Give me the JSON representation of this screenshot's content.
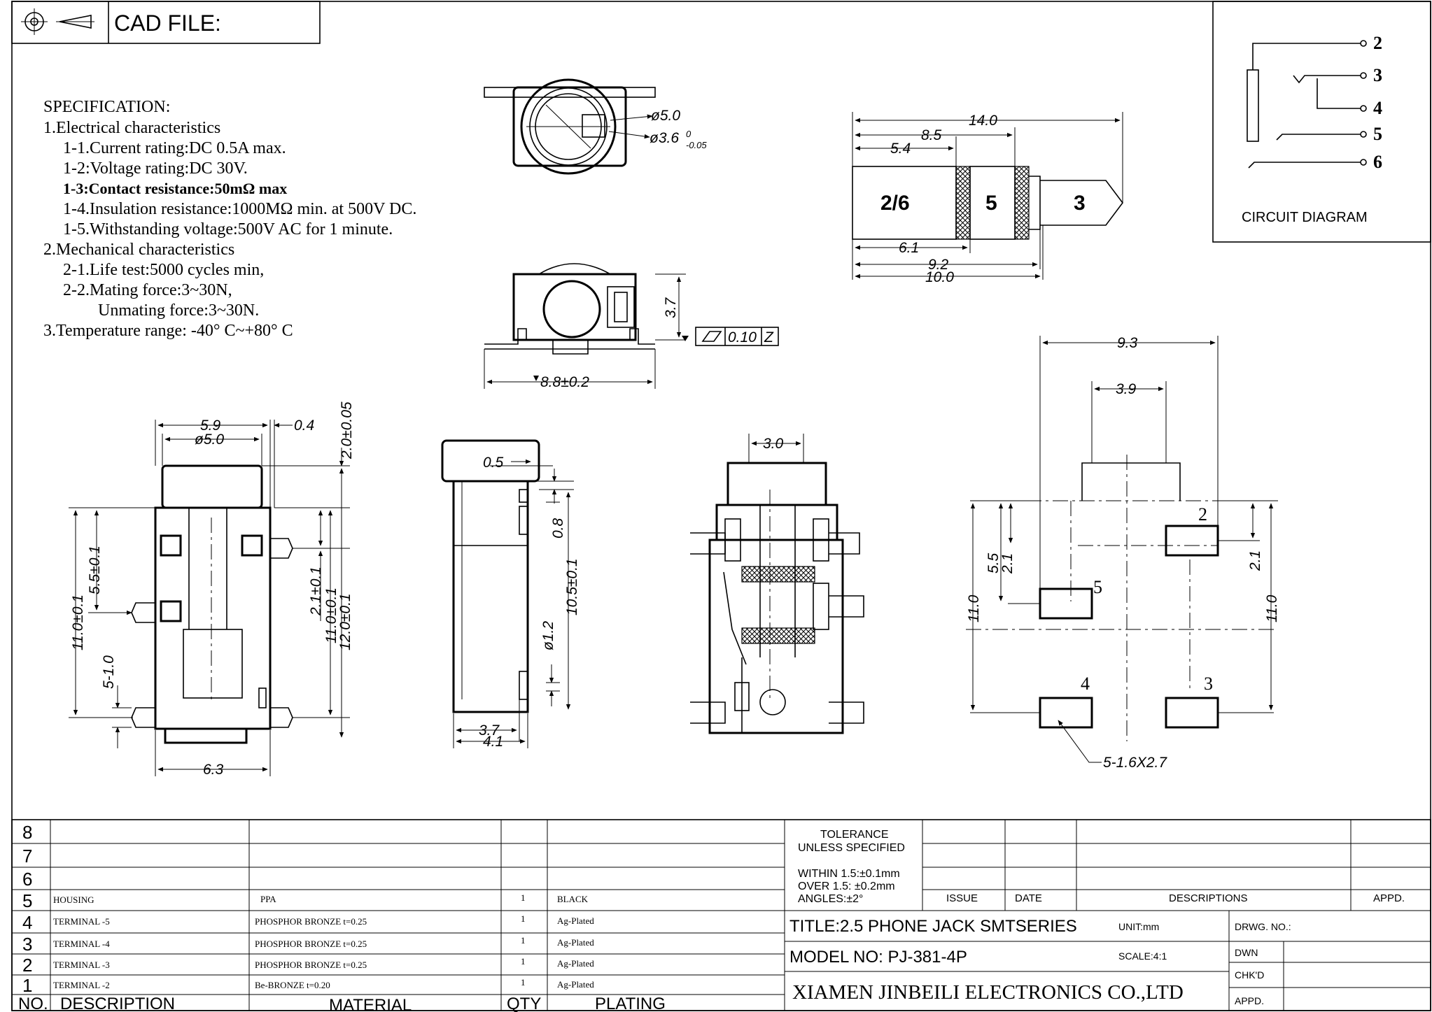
{
  "header": {
    "cad_file_label": "CAD FILE:",
    "projection_symbol": "first-angle-projection-icon"
  },
  "specification": {
    "title": "SPECIFICATION:",
    "lines": [
      "1.Electrical characteristics",
      "1-1.Current rating:DC 0.5A max.",
      "1-2:Voltage rating:DC 30V.",
      "1-3:Contact resistance:50mΩ max",
      "1-4.Insulation resistance:1000MΩ min. at 500V DC.",
      "1-5.Withstanding voltage:500V AC for 1 minute.",
      "2.Mechanical characteristics",
      "2-1.Life test:5000 cycles min,",
      "2-2.Mating force:3~30N,",
      "Unmating force:3~30N.",
      "3.Temperature range: -40° C~+80° C"
    ]
  },
  "plug_view": {
    "dims": {
      "d140": "14.0",
      "d85": "8.5",
      "d54": "5.4",
      "d61": "6.1",
      "d92": "9.2",
      "d100": "10.0"
    },
    "segments": [
      "2/6",
      "5",
      "3"
    ]
  },
  "top_view": {
    "d_outer": "ø5.0",
    "d_inner": "ø3.6",
    "d_inner_tol_upper": "0",
    "d_inner_tol_lower": "-0.05"
  },
  "front_view": {
    "height": "3.7",
    "width": "8.8±0.2",
    "flatness_value": "0.10",
    "flatness_datum": "Z"
  },
  "circuit_diagram": {
    "title": "CIRCUIT DIAGRAM",
    "pins": [
      "2",
      "3",
      "4",
      "5",
      "6"
    ]
  },
  "bottom_view": {
    "dims": {
      "w59": "5.9",
      "w04": "0.4",
      "d50": "ø5.0",
      "h20": "2.0±0.05",
      "h110": "11.0±0.1",
      "h55": "5.5±0.1",
      "h510": "5-1.0",
      "h21": "2.1±0.1",
      "h110b": "11.0±0.1",
      "h120": "12.0±0.1",
      "w63": "6.3"
    }
  },
  "side_view": {
    "dims": {
      "w05": "0.5",
      "h08": "0.8",
      "h105": "10.5±0.1",
      "d12": "ø1.2",
      "w37": "3.7",
      "w41": "4.1"
    }
  },
  "section_view": {
    "dims": {
      "w30": "3.0"
    }
  },
  "pcb_layout": {
    "dims": {
      "w93": "9.3",
      "w39": "3.9",
      "h55": "5.5",
      "h21a": "2.1",
      "h110a": "11.0",
      "h21b": "2.1",
      "h110b": "11.0",
      "pads": "5-1.6X2.7"
    },
    "pad_labels": [
      "2",
      "5",
      "4",
      "3"
    ]
  },
  "title_block": {
    "row_numbers": [
      "8",
      "7",
      "6",
      "5",
      "4",
      "3",
      "2",
      "1"
    ],
    "bom": [
      {
        "no": "5",
        "description": "HOUSING",
        "material": "PPA",
        "qty": "1",
        "plating": "BLACK"
      },
      {
        "no": "4",
        "description": "TERMINAL -5",
        "material": "PHOSPHOR BRONZE t=0.25",
        "qty": "1",
        "plating": "Ag-Plated"
      },
      {
        "no": "3",
        "description": "TERMINAL -4",
        "material": "PHOSPHOR BRONZE t=0.25",
        "qty": "1",
        "plating": "Ag-Plated"
      },
      {
        "no": "2",
        "description": "TERMINAL -3",
        "material": "PHOSPHOR BRONZE t=0.25",
        "qty": "1",
        "plating": "Ag-Plated"
      },
      {
        "no": "1",
        "description": "TERMINAL -2",
        "material": "Be-BRONZE t=0.20",
        "qty": "1",
        "plating": "Ag-Plated"
      }
    ],
    "headers": {
      "no": "NO.",
      "description": "DESCRIPTION",
      "material": "MATERIAL",
      "qty": "QTY",
      "plating": "PLATING"
    },
    "tolerance": {
      "line1": "TOLERANCE",
      "line2": "UNLESS SPECIFIED",
      "within": "WITHIN 1.5:±0.1mm",
      "over": "OVER 1.5: ±0.2mm",
      "angles": "ANGLES:±2°"
    },
    "revision_headers": {
      "issue": "ISSUE",
      "date": "DATE",
      "descriptions": "DESCRIPTIONS",
      "appd": "APPD."
    },
    "title": "TITLE:2.5 PHONE JACK SMTSERIES",
    "model": "MODEL NO: PJ-381-4P",
    "company": "XIAMEN JINBEILI ELECTRONICS CO.,LTD",
    "unit": "UNIT:mm",
    "scale": "SCALE:4:1",
    "drwg_no": "DRWG. NO.:",
    "dwn": "DWN",
    "chkd": "CHK'D",
    "appd": "APPD."
  }
}
